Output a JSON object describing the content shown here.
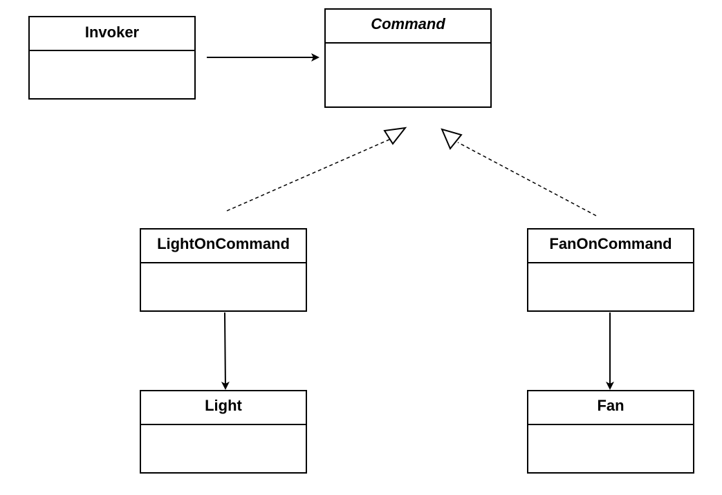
{
  "diagram": {
    "classes": {
      "invoker": {
        "name": "Invoker"
      },
      "command": {
        "name": "Command",
        "abstract": true
      },
      "light_on_command": {
        "name": "LightOnCommand"
      },
      "fan_on_command": {
        "name": "FanOnCommand"
      },
      "light": {
        "name": "Light"
      },
      "fan": {
        "name": "Fan"
      }
    },
    "relations": [
      {
        "from": "Invoker",
        "to": "Command",
        "kind": "association"
      },
      {
        "from": "LightOnCommand",
        "to": "Command",
        "kind": "realization"
      },
      {
        "from": "FanOnCommand",
        "to": "Command",
        "kind": "realization"
      },
      {
        "from": "LightOnCommand",
        "to": "Light",
        "kind": "association"
      },
      {
        "from": "FanOnCommand",
        "to": "Fan",
        "kind": "association"
      }
    ],
    "colors": {
      "stroke": "#000000",
      "fill": "#ffffff"
    }
  }
}
